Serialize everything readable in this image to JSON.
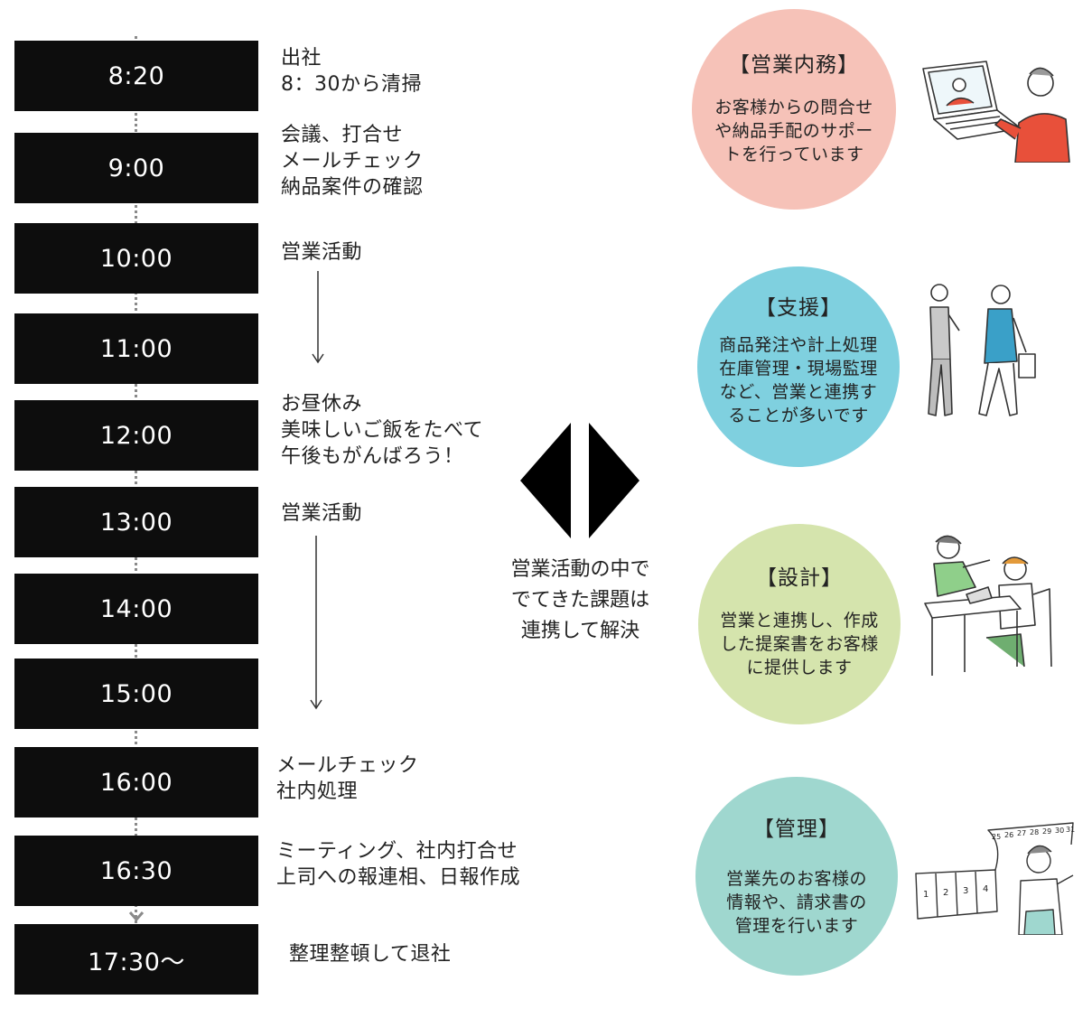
{
  "schedule": [
    {
      "time": "8:20",
      "activity": "出社\n8：30から清掃"
    },
    {
      "time": "9:00",
      "activity": "会議、打合せ\nメールチェック\n納品案件の確認"
    },
    {
      "time": "10:00",
      "activity": "営業活動"
    },
    {
      "time": "11:00",
      "activity": ""
    },
    {
      "time": "12:00",
      "activity": "お昼休み\n美味しいご飯をたべて\n午後もがんばろう！"
    },
    {
      "time": "13:00",
      "activity": "営業活動"
    },
    {
      "time": "14:00",
      "activity": ""
    },
    {
      "time": "15:00",
      "activity": ""
    },
    {
      "time": "16:00",
      "activity": "メールチェック\n社内処理"
    },
    {
      "time": "16:30",
      "activity": "ミーティング、社内打合せ\n上司への報連相、日報作成"
    },
    {
      "time": "17:30〜",
      "activity": "整理整頓して退社"
    }
  ],
  "center": {
    "text": "営業活動の中で\nでてきた課題は\n連携して解決"
  },
  "roles": [
    {
      "title": "【営業内務】",
      "description": "お客様からの問合せ\nや納品手配のサポー\nトを行っています",
      "color": "#f6c2b8"
    },
    {
      "title": "【支援】",
      "description": "商品発注や計上処理\n在庫管理・現場監理\nなど、営業と連携す\nることが多いです",
      "color": "#7fd0df"
    },
    {
      "title": "【設計】",
      "description": "営業と連携し、作成\nした提案書をお客様\nに提供します",
      "color": "#d5e4ad"
    },
    {
      "title": "【管理】",
      "description": "営業先のお客様の\n情報や、請求書の\n管理を行います",
      "color": "#9fd7cf"
    }
  ],
  "calendar": {
    "numbers_left": [
      "1",
      "2",
      "3",
      "4"
    ],
    "numbers_top": [
      "25",
      "26",
      "27",
      "28",
      "29",
      "30",
      "31"
    ]
  }
}
